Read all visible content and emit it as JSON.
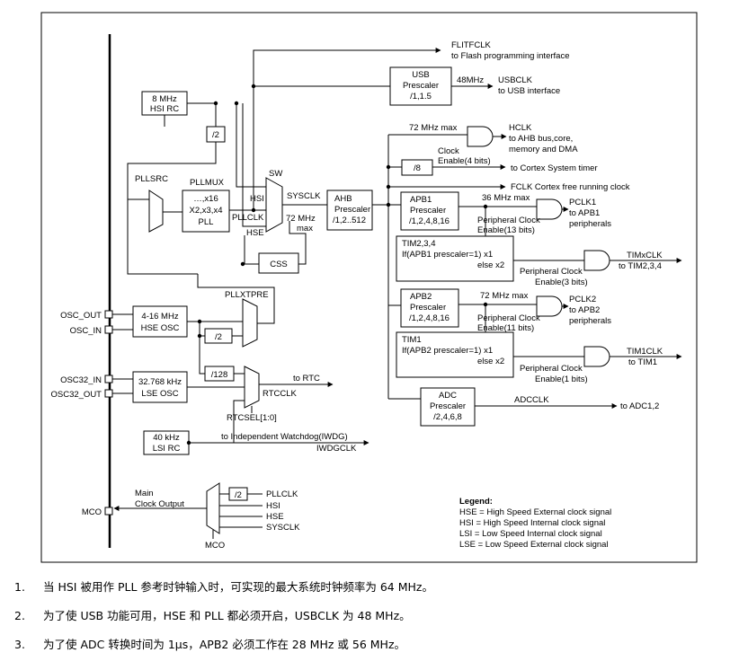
{
  "diagram": {
    "hsi_rc": [
      "8 MHz",
      "HSI RC"
    ],
    "div2_hsi": "/2",
    "pllsrc": "PLLSRC",
    "pllmux": "PLLMUX",
    "pll_box": [
      "…,x16",
      "X2,x3,x4",
      "PLL"
    ],
    "pllclk": "PLLCLK",
    "hsi_label": "HSI",
    "hse_label": "HSE",
    "sw": "SW",
    "sysclk": "SYSCLK",
    "sysclk_max": [
      "72 MHz",
      "max"
    ],
    "ahb_prescaler": [
      "AHB",
      "Prescaler",
      "/1,2..512"
    ],
    "css": "CSS",
    "flitfclk": [
      "FLITFCLK",
      "to Flash programming interface"
    ],
    "usb_prescaler": [
      "USB",
      "Prescaler",
      "/1,1.5"
    ],
    "usb_freq": "48MHz",
    "usbclk": [
      "USBCLK",
      "to USB interface"
    ],
    "hclk_max": "72 MHz max",
    "hclk": [
      "HCLK",
      "to AHB bus,core,",
      "memory and DMA"
    ],
    "clock_enable_4": [
      "Clock",
      "Enable(4 bits)"
    ],
    "div8": "/8",
    "systimer": "to Cortex System timer",
    "fclk": "FCLK Cortex free running clock",
    "apb1_prescaler": [
      "APB1",
      "Prescaler",
      "/1,2,4,8,16"
    ],
    "apb1_max": "36 MHz max",
    "pclk1": [
      "PCLK1",
      "to APB1",
      "peripherals"
    ],
    "periph_enable_13": [
      "Peripheral Clock",
      "Enable(13 bits)"
    ],
    "tim234_box": [
      "TIM2,3,4",
      "If(APB1 prescaler=1) x1",
      "else x2"
    ],
    "timxclk": [
      "TIMxCLK",
      "to TIM2,3,4"
    ],
    "periph_enable_3": [
      "Peripheral Clock",
      "Enable(3 bits)"
    ],
    "apb2_prescaler": [
      "APB2",
      "Prescaler",
      "/1,2,4,8,16"
    ],
    "apb2_max": "72 MHz max",
    "pclk2": [
      "PCLK2",
      "to APB2",
      "peripherals"
    ],
    "periph_enable_11": [
      "Peripheral Clock",
      "Enable(11 bits)"
    ],
    "tim1_box": [
      "TIM1",
      "If(APB2 prescaler=1) x1",
      "else x2"
    ],
    "tim1clk": [
      "TIM1CLK",
      "to TIM1"
    ],
    "periph_enable_1": [
      "Peripheral Clock",
      "Enable(1 bits)"
    ],
    "adc_prescaler": [
      "ADC",
      "Prescaler",
      "/2,4,6,8"
    ],
    "adcclk": "ADCCLK",
    "to_adc": "to ADC1,2",
    "osc_out": "OSC_OUT",
    "osc_in": "OSC_IN",
    "hse_osc": [
      "4-16 MHz",
      "HSE OSC"
    ],
    "pllxtpre": "PLLXTPRE",
    "div2_hse": "/2",
    "osc32_in": "OSC32_IN",
    "osc32_out": "OSC32_OUT",
    "lse_osc": [
      "32.768 kHz",
      "LSE OSC"
    ],
    "div128": "/128",
    "to_rtc": "to RTC",
    "rtcclk": "RTCCLK",
    "rtcsel": "RTCSEL[1:0]",
    "lsi_rc": [
      "40 kHz",
      "LSI RC"
    ],
    "iwdg": "to Independent Watchdog(IWDG)",
    "iwdgclk": "IWDGCLK",
    "mco_label": [
      "Main",
      "Clock Output"
    ],
    "mco": "MCO",
    "mco_mux": "MCO",
    "mco_div2": "/2",
    "mco_inputs": [
      "PLLCLK",
      "HSI",
      "HSE",
      "SYSCLK"
    ],
    "legend_title": "Legend:",
    "legend": [
      "HSE = High Speed External clock signal",
      "HSI  = High Speed Internal clock signal",
      "LSI  = Low Speed Internal clock signal",
      "LSE = Low Speed External clock signal"
    ]
  },
  "notes": [
    {
      "num": "1.",
      "text": "当 HSI 被用作 PLL 参考时钟输入时，可实现的最大系统时钟频率为 64 MHz。"
    },
    {
      "num": "2.",
      "text": "为了使 USB 功能可用，HSE 和 PLL 都必须开启，USBCLK 为 48 MHz。"
    },
    {
      "num": "3.",
      "text": "为了使 ADC 转换时间为 1μs，APB2 必须工作在 28 MHz 或 56 MHz。"
    }
  ]
}
